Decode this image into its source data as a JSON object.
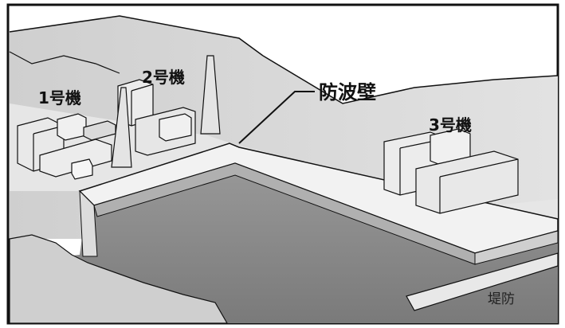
{
  "labels": {
    "unit1": "1号機",
    "unit2": "2号機",
    "unit3": "3号機",
    "seawall": "防波壁",
    "breakwater": "堤防"
  },
  "colors": {
    "sky": "#ffffff",
    "land": "#d8d8d8",
    "sea": "#8f8f8f",
    "wall_top": "#eeeeee",
    "wall_face": "#b5b5b5",
    "building": "#e9e9e9",
    "outline": "#111111"
  }
}
